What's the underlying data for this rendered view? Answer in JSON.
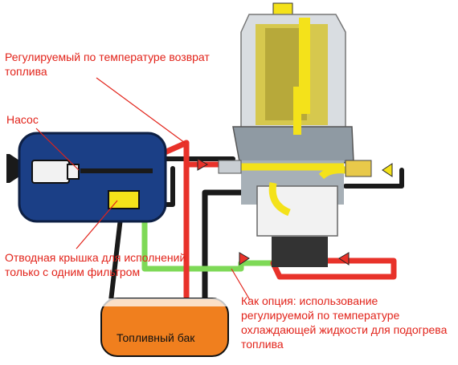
{
  "labels": {
    "return": "Регулируемый по температуре возврат топлива",
    "pump": "Насос",
    "cover": "Отводная крышка для исполнений только с одним фильтром",
    "option": "Как опция: использование регулируемой по температуре охлаждающей жидкости для подогрева топлива",
    "tank": "Топливный бак"
  },
  "colors": {
    "label_text": "#e2231a",
    "pump_body": "#1b3f86",
    "filter_bowl": "#c8ccd0",
    "filter_element": "#d6c84e",
    "fuel_flow": "#f4e21a",
    "hot_line": "#e8322a",
    "green_line": "#7ed957",
    "black_line": "#1a1a1a",
    "tank": "#f07f1e"
  },
  "icons": [
    "pump-icon",
    "fuel-filter-icon",
    "fuel-tank-icon",
    "flow-arrow-icon"
  ]
}
